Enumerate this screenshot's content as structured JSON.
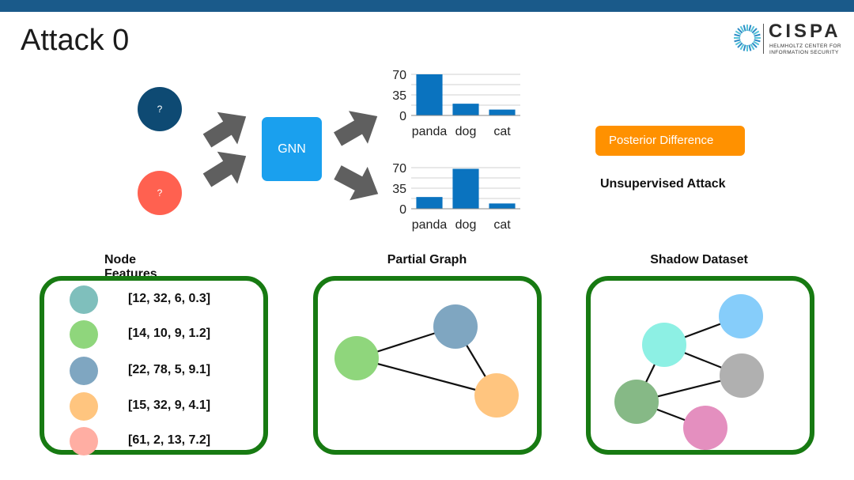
{
  "slide": {
    "title": "Attack 0",
    "topbar_color": "#1a5a8a"
  },
  "logo": {
    "name": "CISPA",
    "subtitle": "HELMHOLTZ CENTER FOR INFORMATION SECURITY"
  },
  "diagram": {
    "input_nodes": [
      {
        "label": "?",
        "color": "#0e4a73"
      },
      {
        "label": "?",
        "color": "#ff6150"
      }
    ],
    "model_label": "GNN",
    "model_color": "#1aa0ee",
    "posterior_label": "Posterior Difference",
    "posterior_color": "#ff9100",
    "attack_label": "Unsupervised Attack"
  },
  "chart_data": [
    {
      "type": "bar",
      "categories": [
        "panda",
        "dog",
        "cat"
      ],
      "values": [
        70,
        20,
        10
      ],
      "ylim": [
        0,
        70
      ],
      "yticks": [
        "0",
        "35",
        "70"
      ],
      "color": "#0a73bf",
      "grid": true
    },
    {
      "type": "bar",
      "categories": [
        "panda",
        "dog",
        "cat"
      ],
      "values": [
        20,
        68,
        9
      ],
      "ylim": [
        0,
        70
      ],
      "yticks": [
        "0",
        "35",
        "70"
      ],
      "color": "#0a73bf",
      "grid": true
    }
  ],
  "panels": {
    "node_features": {
      "title": "Node Features",
      "rows": [
        {
          "color": "#7fbfbc",
          "text": "[12, 32, 6, 0.3]"
        },
        {
          "color": "#8fd67c",
          "text": "[14, 10, 9, 1.2]"
        },
        {
          "color": "#7fa6c1",
          "text": "[22, 78, 5, 9.1]"
        },
        {
          "color": "#ffc57f",
          "text": "[15, 32, 9, 4.1]"
        },
        {
          "color": "#ffaea3",
          "text": "[61, 2, 13, 7.2]"
        }
      ]
    },
    "partial_graph": {
      "title": "Partial Graph",
      "node_colors": [
        "#8fd67c",
        "#7fa6c1",
        "#ffc57f"
      ]
    },
    "shadow_dataset": {
      "title": "Shadow Dataset",
      "node_colors": [
        "#8df0e4",
        "#86cdfa",
        "#b0b0b0",
        "#86b986",
        "#e48fbf"
      ]
    },
    "border_color": "#177a12"
  }
}
